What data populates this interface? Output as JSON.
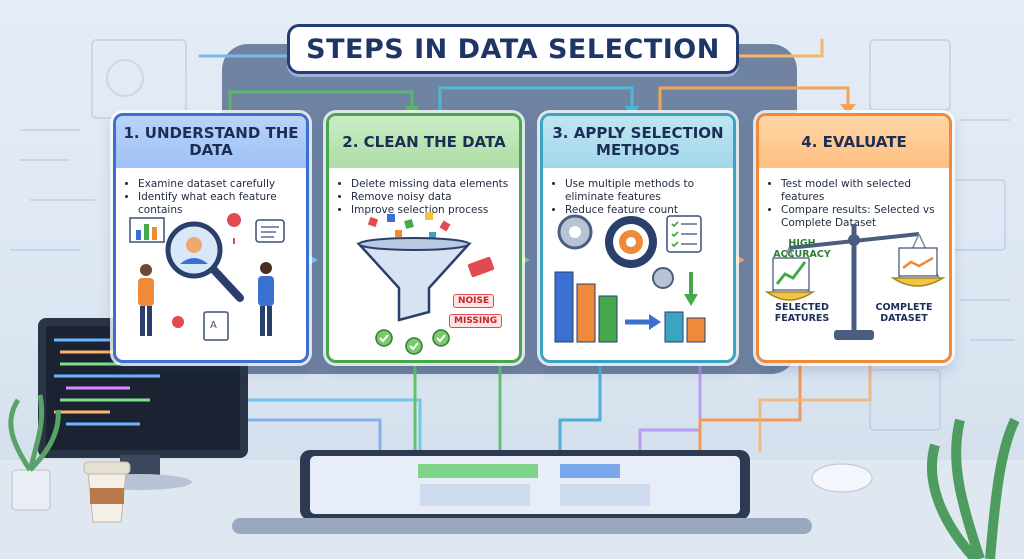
{
  "title": "STEPS IN DATA SELECTION",
  "steps": [
    {
      "heading": "1. UNDERSTAND THE DATA",
      "bullets": [
        "Examine dataset carefully",
        "Identify what each feature contains"
      ]
    },
    {
      "heading": "2. CLEAN THE DATA",
      "bullets": [
        "Delete missing data elements",
        "Remove noisy data",
        "Improve selection process"
      ],
      "tags": [
        "NOISE",
        "MISSING"
      ]
    },
    {
      "heading": "3. APPLY SELECTION METHODS",
      "bullets": [
        "Use multiple methods to eliminate features",
        "Reduce feature count"
      ]
    },
    {
      "heading": "4. EVALUATE",
      "bullets": [
        "Test model with selected features",
        "Compare results: Selected vs Complete Dataset"
      ],
      "labels": {
        "high_accuracy": "HIGH ACCURACY",
        "selected": "SELECTED FEATURES",
        "complete": "COMPLETE DATASET"
      }
    }
  ],
  "colors": {
    "blue": "#3b6fd0",
    "green": "#46a84b",
    "teal": "#3aa4c2",
    "orange": "#ee8a3a",
    "navy": "#1e3566"
  }
}
